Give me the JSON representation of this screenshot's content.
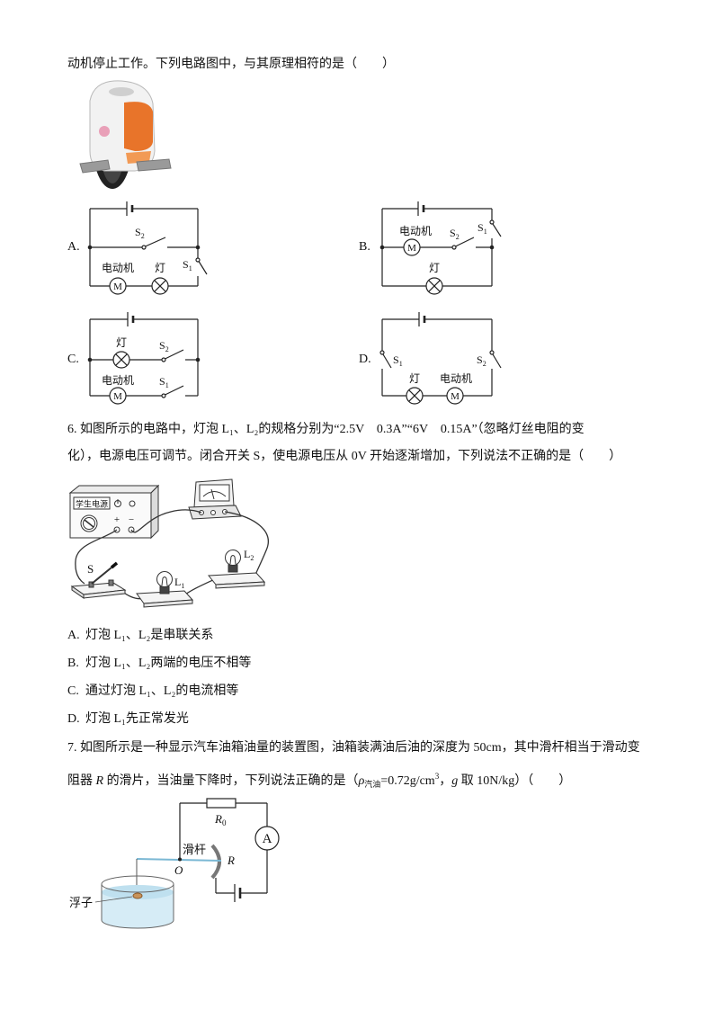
{
  "colors": {
    "ink": "#222222",
    "unicycle_panel": "#e8742a",
    "unicycle_shell": "#f2f2f2",
    "tank_liquid": "#d6ecf6",
    "slider_rod": "#7bb8d4",
    "resistor_arc": "#777777",
    "float": "#c8935a"
  },
  "q5": {
    "stem_tail": "动机停止工作。下列电路图中，与其原理相符的是（　　）",
    "figure_icon": "electric-unicycle",
    "options": {
      "A": {
        "letter": "A.",
        "switch_a": "S",
        "switch_a_sub": "2",
        "switch_b": "S",
        "switch_b_sub": "1",
        "motor_label": "电动机",
        "lamp_label": "灯",
        "motor_symbol": "M"
      },
      "B": {
        "letter": "B.",
        "switch_a": "S",
        "switch_a_sub": "2",
        "switch_b": "S",
        "switch_b_sub": "1",
        "motor_label": "电动机",
        "lamp_label": "灯",
        "motor_symbol": "M"
      },
      "C": {
        "letter": "C.",
        "switch_a": "S",
        "switch_a_sub": "2",
        "switch_b": "S",
        "switch_b_sub": "1",
        "motor_label": "电动机",
        "lamp_label": "灯",
        "motor_symbol": "M"
      },
      "D": {
        "letter": "D.",
        "switch_a": "S",
        "switch_a_sub": "2",
        "switch_b": "S",
        "switch_b_sub": "1",
        "motor_label": "电动机",
        "lamp_label": "灯",
        "motor_symbol": "M"
      }
    }
  },
  "q6": {
    "stem_line1": "6. 如图所示的电路中，灯泡 L₁、L₂的规格分别为“2.5V　0.3A”“6V　0.15A”（忽略灯丝电阻的变",
    "stem_line2": "化），电源电压可调节。闭合开关 S，使电源电压从 0V 开始逐渐增加，下列说法不正确的是（　　）",
    "figure": {
      "power_supply_label": "学生电源",
      "plus": "+",
      "minus": "−",
      "switch_label": "S",
      "lamp1": "L",
      "lamp1_sub": "1",
      "lamp2": "L",
      "lamp2_sub": "2"
    },
    "options": [
      {
        "letter": "A.",
        "text": "灯泡 L₁、L₂是串联关系"
      },
      {
        "letter": "B.",
        "text": "灯泡 L₁、L₂两端的电压不相等"
      },
      {
        "letter": "C.",
        "text": "通过灯泡 L₁、L₂的电流相等"
      },
      {
        "letter": "D.",
        "text": "灯泡 L₁先正常发光"
      }
    ]
  },
  "q7": {
    "stem_line1": "7. 如图所示是一种显示汽车油箱油量的装置图，油箱装满油后油的深度为 50cm，其中滑杆相当于滑动变",
    "stem_line2": {
      "pre": "阻器 ",
      "R": "R",
      "mid": " 的滑片，当油量下降时，下列说法正确的是（",
      "rho": "ρ",
      "rho_sub": "汽油",
      "density": "=0.72g/cm",
      "density_sup": "3",
      "comma": "，",
      "g": "g",
      "post": " 取 10N/kg）（　　）"
    },
    "figure": {
      "r0": "R",
      "r0_sub": "0",
      "ammeter": "A",
      "slider_label": "滑杆",
      "pivot_label": "O",
      "rheostat_label": "R",
      "float_label": "浮子"
    }
  }
}
